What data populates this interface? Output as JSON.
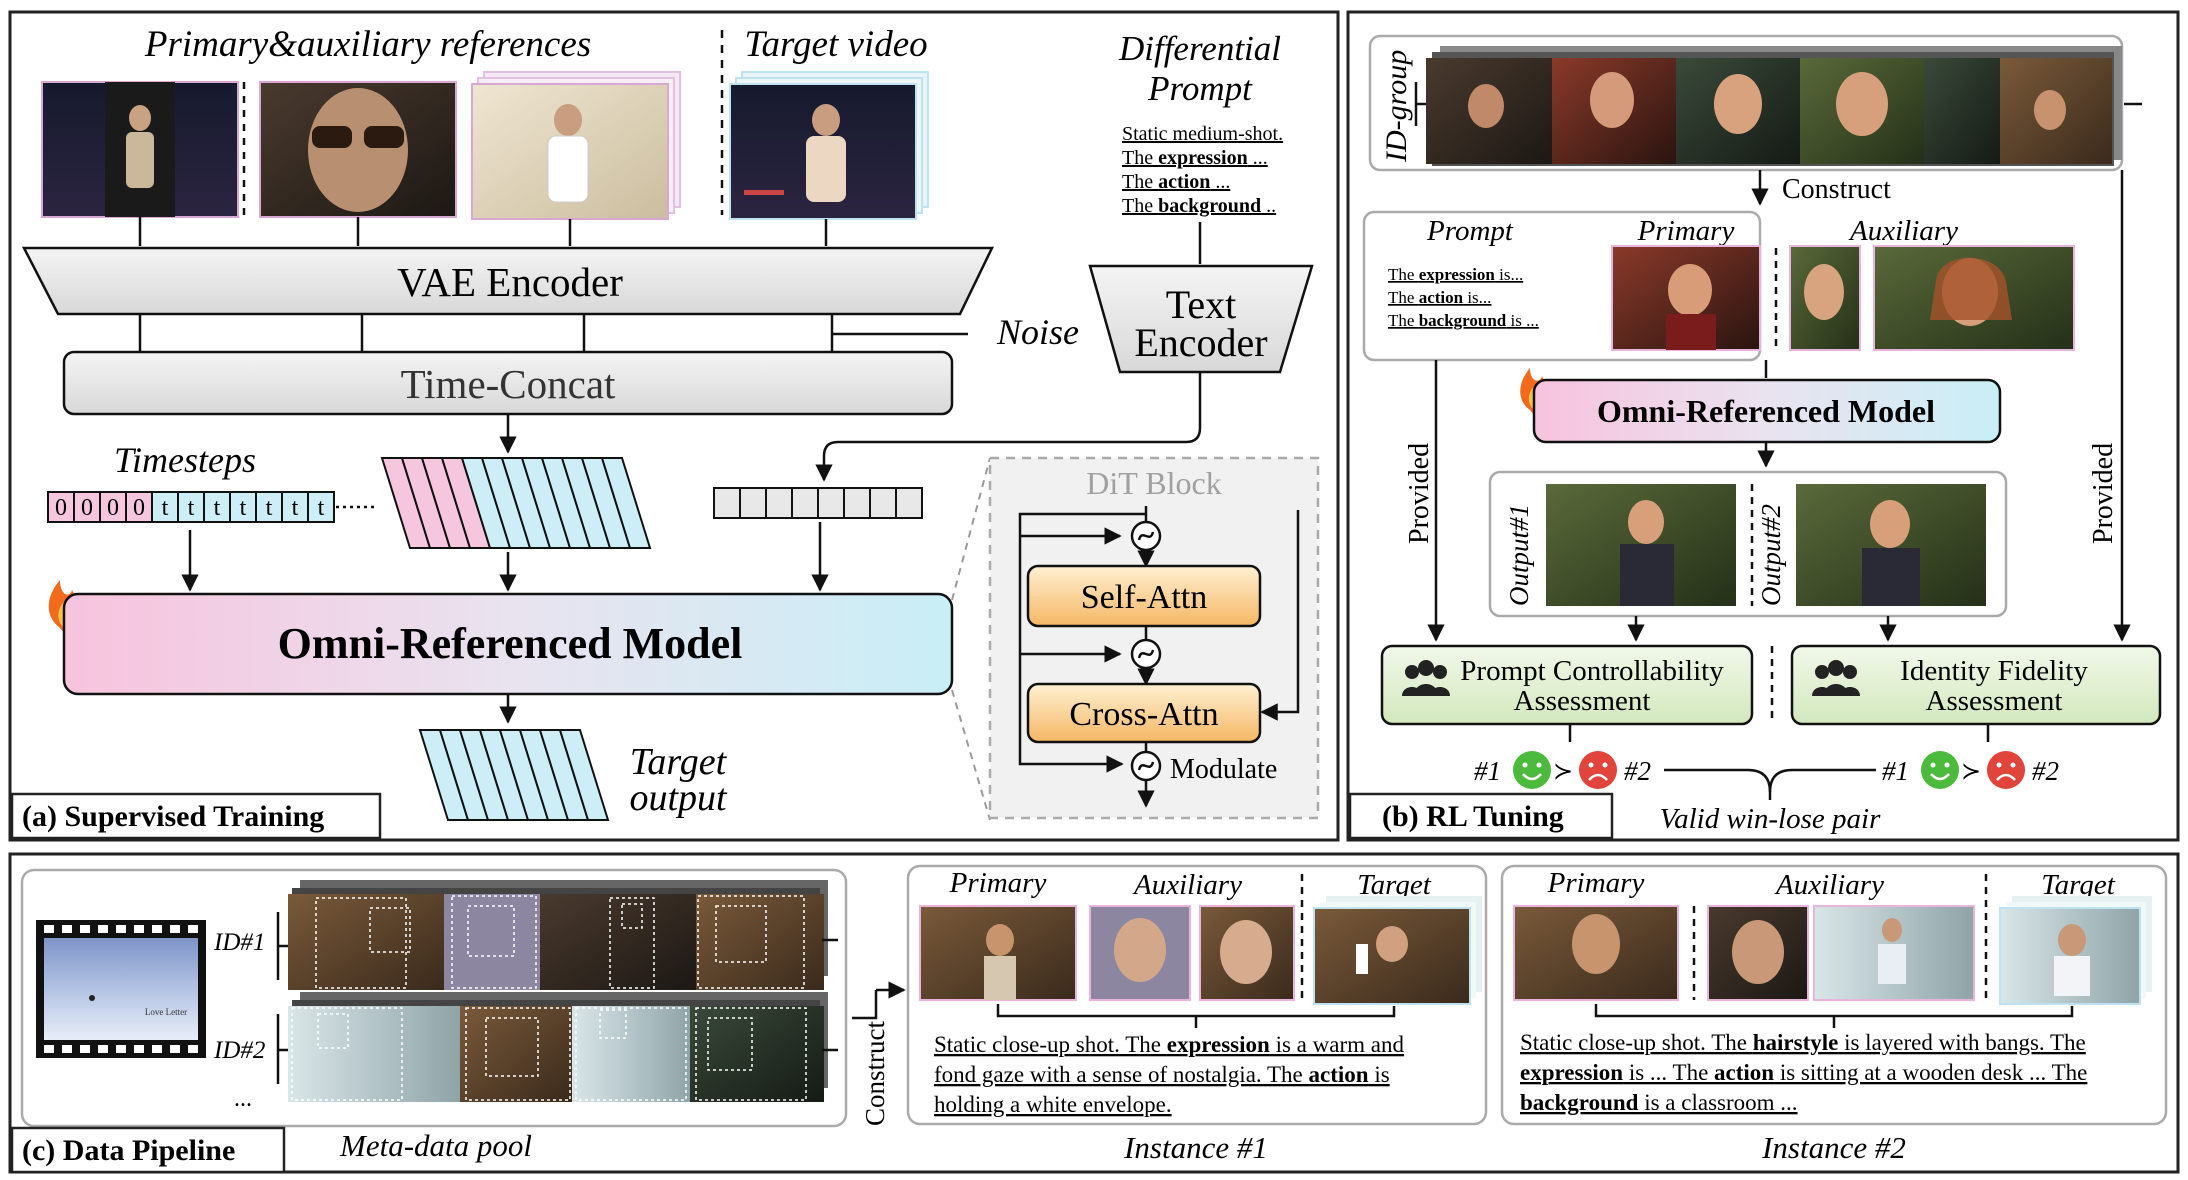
{
  "panel_a": {
    "label": "(a) Supervised Training",
    "header_refs": "Primary&auxiliary references",
    "header_target": "Target video",
    "header_prompt_1": "Differential",
    "header_prompt_2": "Prompt",
    "prompt_lines": [
      {
        "pre": "Static medium-shot.",
        "bold": "",
        "post": ""
      },
      {
        "pre": "The ",
        "bold": "expression",
        "post": " ..."
      },
      {
        "pre": "The ",
        "bold": "action",
        "post": " ..."
      },
      {
        "pre": "The ",
        "bold": "background",
        "post": " .."
      }
    ],
    "vae_encoder": "VAE Encoder",
    "text_encoder_1": "Text",
    "text_encoder_2": "Encoder",
    "noise": "Noise",
    "time_concat": "Time-Concat",
    "timesteps": "Timesteps",
    "timestep_cells": [
      "0",
      "0",
      "0",
      "0",
      "t",
      "t",
      "t",
      "t",
      "t",
      "t",
      "t"
    ],
    "model": "Omni-Referenced Model",
    "target_output_1": "Target",
    "target_output_2": "output",
    "dit_block": "DiT Block",
    "self_attn": "Self-Attn",
    "cross_attn": "Cross-Attn",
    "modulate": "Modulate"
  },
  "panel_b": {
    "label": "(b) RL Tuning",
    "id_group": "ID-group",
    "construct": "Construct",
    "prompt": "Prompt",
    "primary": "Primary",
    "auxiliary": "Auxiliary",
    "prompt_lines": [
      {
        "pre": "The ",
        "bold": "expression",
        "post": " is..."
      },
      {
        "pre": "The ",
        "bold": "action",
        "post": " is..."
      },
      {
        "pre": "The ",
        "bold": "background",
        "post": " is ..."
      }
    ],
    "model": "Omni-Referenced Model",
    "provided": "Provided",
    "output1": "Output#1",
    "output2": "Output#2",
    "assess_prompt_1": "Prompt Controllability",
    "assess_prompt_2": "Assessment",
    "assess_id_1": "Identity Fidelity",
    "assess_id_2": "Assessment",
    "win_label": "#1",
    "lose_label": "#2",
    "valid_pair": "Valid win-lose pair"
  },
  "panel_c": {
    "label": "(c) Data Pipeline",
    "meta_pool": "Meta-data pool",
    "id1": "ID#1",
    "id2": "ID#2",
    "ellipsis": "...",
    "film_caption": "Love Letter",
    "construct": "Construct",
    "primary": "Primary",
    "auxiliary": "Auxiliary",
    "target": "Target",
    "instance1": "Instance #1",
    "instance2": "Instance #2",
    "inst1_lines": [
      [
        {
          "t": "Static close-up shot. The "
        },
        {
          "t": "expression",
          "b": true
        },
        {
          "t": " is a warm and"
        }
      ],
      [
        {
          "t": "fond gaze with a sense of nostalgia. The "
        },
        {
          "t": "action",
          "b": true
        },
        {
          "t": " is"
        }
      ],
      [
        {
          "t": "holding a white envelope."
        }
      ]
    ],
    "inst2_lines": [
      [
        {
          "t": "Static close-up shot. The "
        },
        {
          "t": "hairstyle",
          "b": true
        },
        {
          "t": " is layered with bangs. The"
        }
      ],
      [
        {
          "t": "expression",
          "b": true
        },
        {
          "t": " is ... The "
        },
        {
          "t": "action",
          "b": true
        },
        {
          "t": " is sitting at a wooden desk ... The"
        }
      ],
      [
        {
          "t": "background",
          "b": true
        },
        {
          "t": " is a classroom ..."
        }
      ]
    ]
  },
  "colors": {
    "line": "#111111",
    "panel_border": "#222222",
    "gray_fill": "#e6e6e6",
    "pink": "#f6c6de",
    "cyan": "#cdeef6",
    "orange_light": "#fde2b4",
    "orange_dark": "#f4b262",
    "green_box": "#e5f2d8",
    "green_border": "#5b8a3a",
    "smile": "#4cba3c",
    "frown": "#e0443a",
    "ref_pink": "#e8b4dc"
  }
}
